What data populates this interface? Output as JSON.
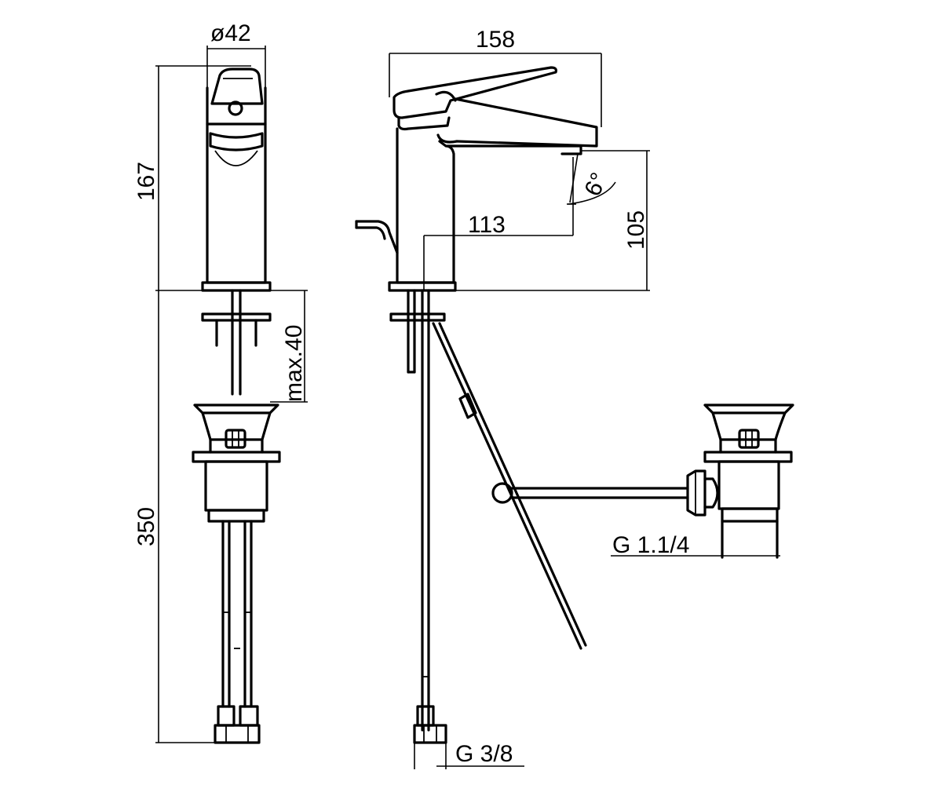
{
  "dimensions": {
    "diameter_top": "ø42",
    "width_overall": "158",
    "height_body": "167",
    "spout_reach": "113",
    "spout_height": "105",
    "spout_angle": "6°",
    "deck_thickness": "max.40",
    "hose_length": "350",
    "waste_thread": "G 1.1/4",
    "supply_thread": "G 3/8"
  }
}
